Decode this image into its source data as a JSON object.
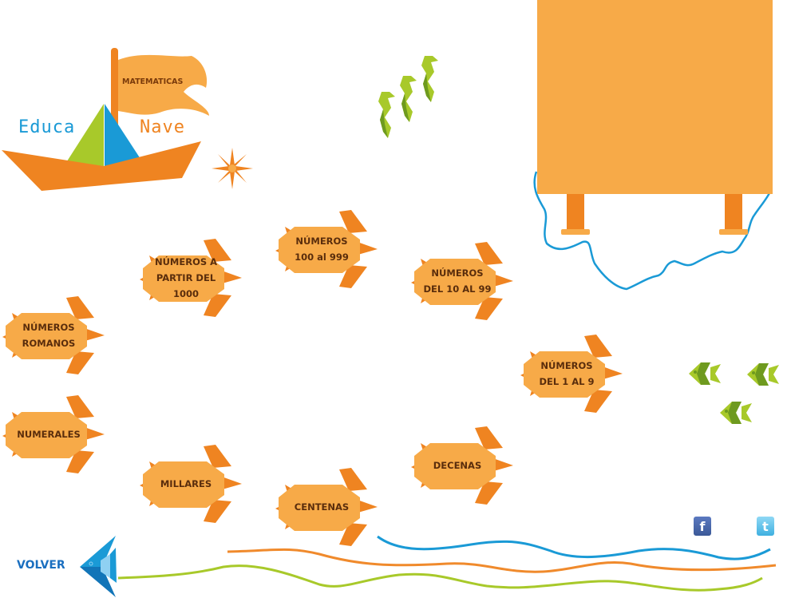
{
  "logo": {
    "flag_text": "MATEMATICAS",
    "brand_left": "Educa",
    "brand_right": "Nave"
  },
  "menu": {
    "items": [
      {
        "id": "numeros-romanos",
        "lines": [
          "NÚMEROS",
          "ROMANOS"
        ]
      },
      {
        "id": "numerales",
        "lines": [
          "NUMERALES",
          ""
        ]
      },
      {
        "id": "numeros-a-partir-del-1000",
        "lines": [
          "NÚMEROS A",
          "PARTIR DEL 1000"
        ]
      },
      {
        "id": "millares",
        "lines": [
          "MILLARES",
          ""
        ]
      },
      {
        "id": "numeros-100-al-999",
        "lines": [
          "NÚMEROS",
          "100 al 999"
        ]
      },
      {
        "id": "centenas",
        "lines": [
          "CENTENAS",
          ""
        ]
      },
      {
        "id": "numeros-del-10-al-99",
        "lines": [
          "NÚMEROS",
          "DEL 10 AL 99"
        ]
      },
      {
        "id": "decenas",
        "lines": [
          "DECENAS",
          ""
        ]
      },
      {
        "id": "numeros-del-1-al-9",
        "lines": [
          "NÚMEROS",
          "DEL 1 AL 9"
        ]
      }
    ]
  },
  "navigation": {
    "back_label": "VOLVER"
  },
  "social": {
    "facebook_glyph": "f",
    "twitter_glyph": "t"
  },
  "colors": {
    "turtle_body": "#f7aa48",
    "turtle_fins": "#ef8421",
    "label_text": "#5a2d0c",
    "board": "#f7aa48",
    "river": "#1a9ad6",
    "wave_blue": "#1a9ad6",
    "wave_orange": "#f08a2c",
    "wave_green": "#a8c92a",
    "facebook": "#3b5998",
    "twitter": "#4fb8e6"
  }
}
